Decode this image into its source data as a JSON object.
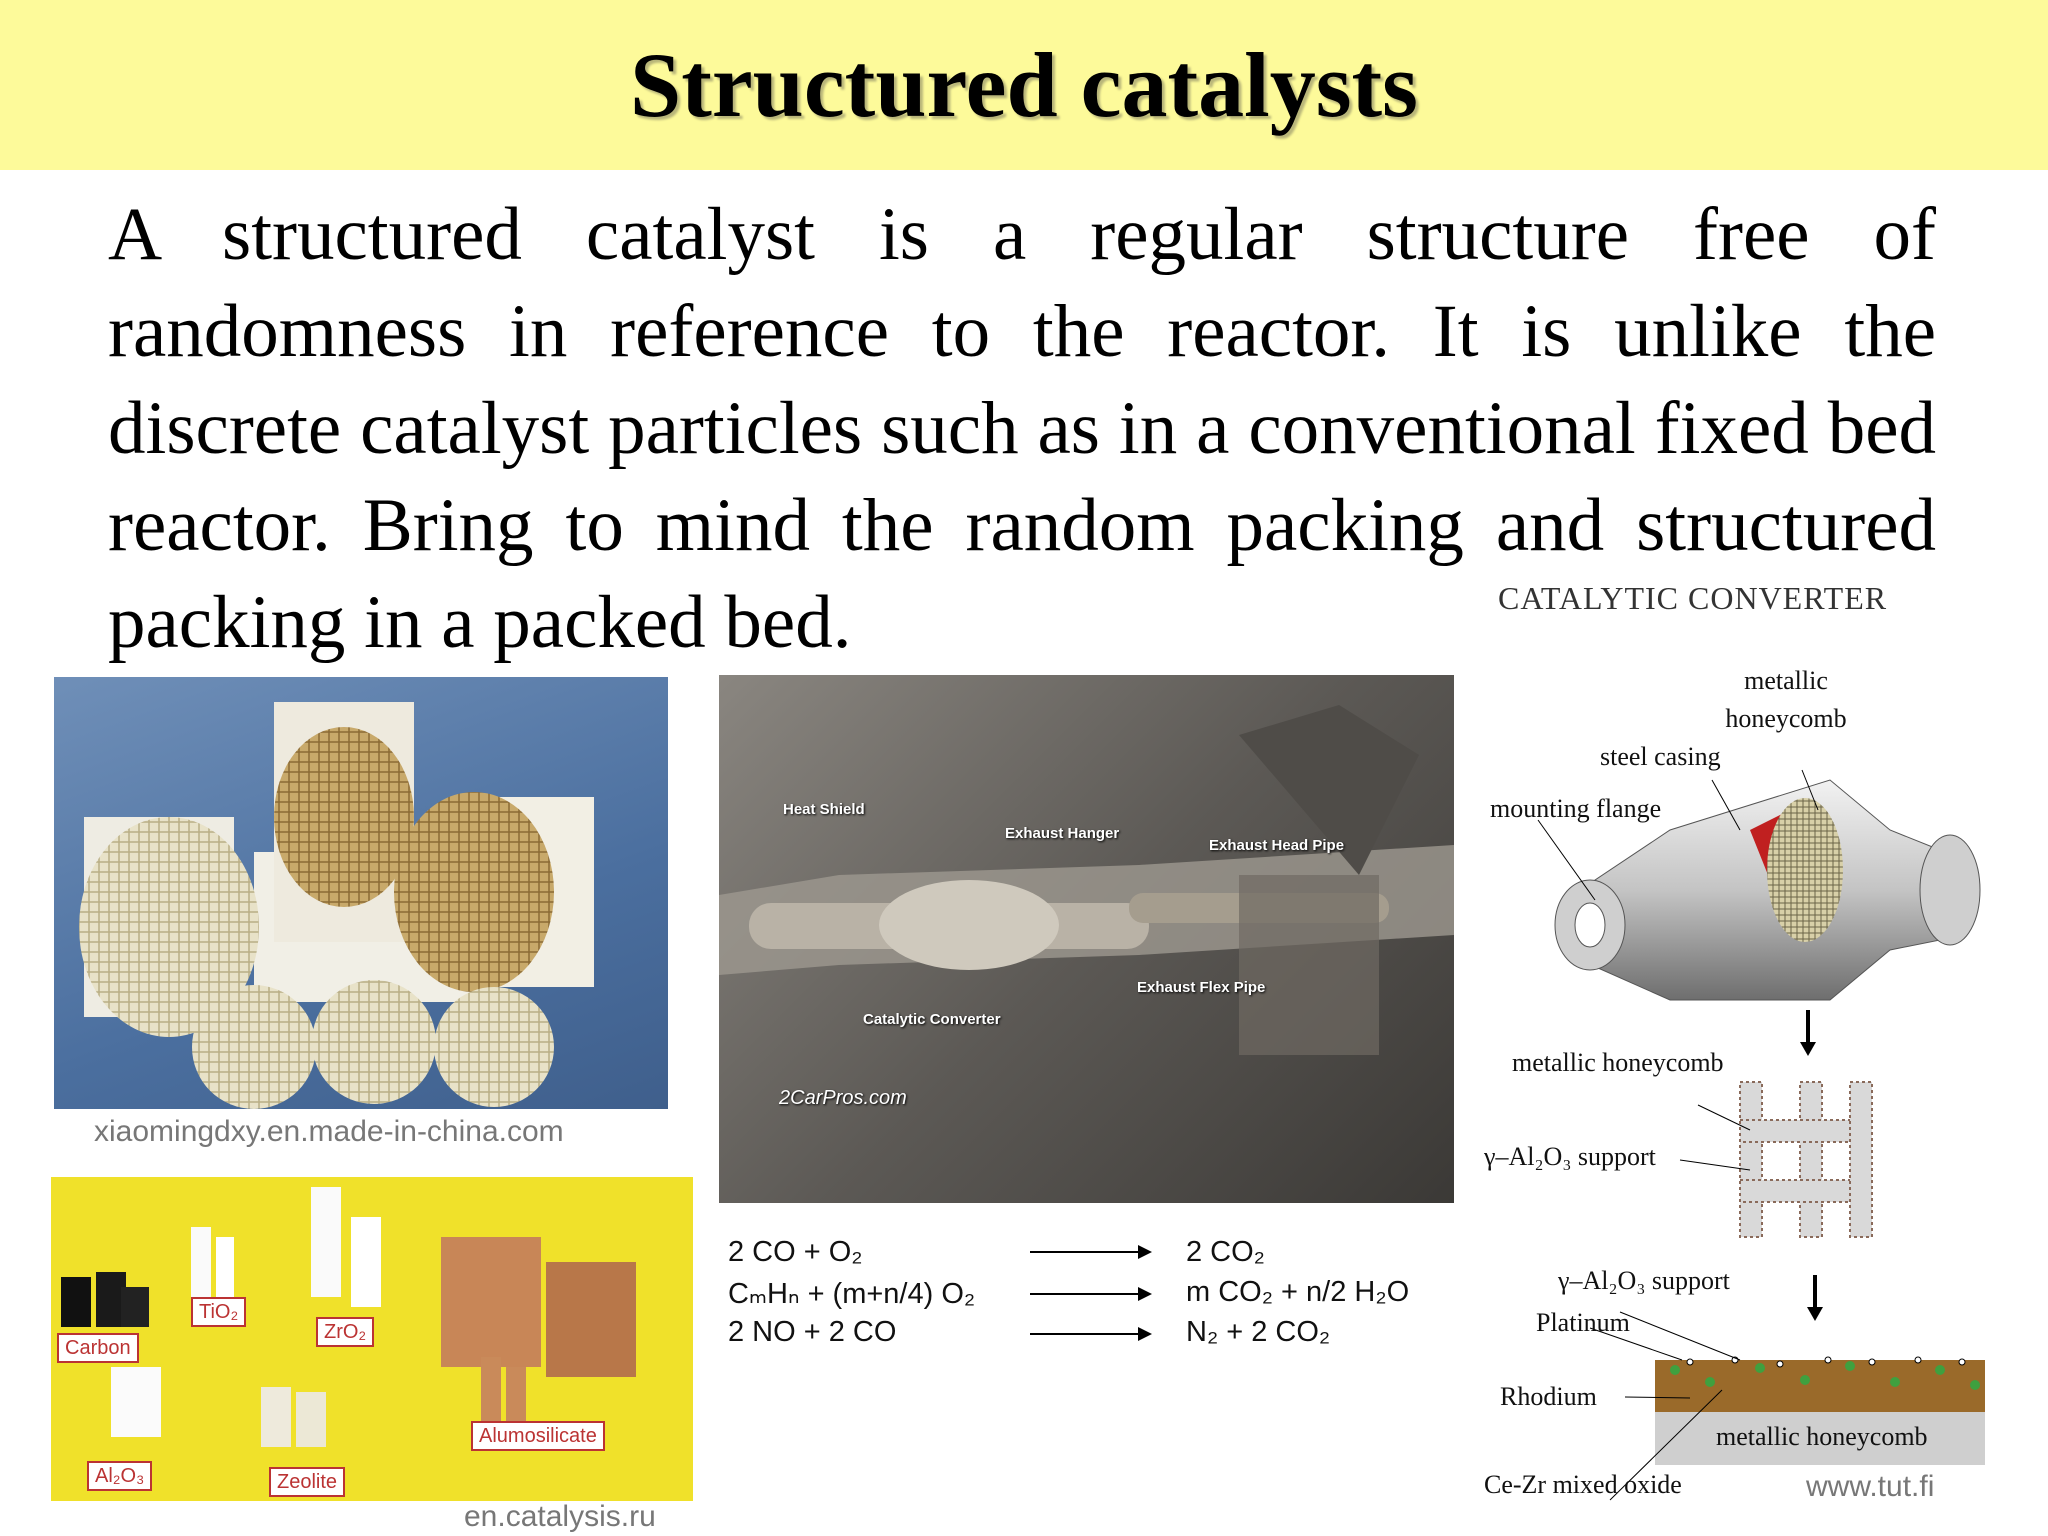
{
  "slide": {
    "title": "Structured catalysts",
    "body": "A structured catalyst is a regular structure free of randomness in reference to the reactor. It is unlike the discrete catalyst particles such as in a conventional fixed bed reactor. Bring to mind the random packing and structured packing in a packed bed."
  },
  "photos": {
    "honeycomb_credit": "xiaomingdxy.en.made-in-china.com",
    "materials_credit": "en.catalysis.ru",
    "materials_tags": [
      "Carbon",
      "TiO₂",
      "ZrO₂",
      "Al₂O₃",
      "Zeolite",
      "Alumosilicate"
    ],
    "car_labels": {
      "heat_shield": "Heat Shield",
      "exhaust_hanger": "Exhaust Hanger",
      "exhaust_head_pipe": "Exhaust Head Pipe",
      "exhaust_flex_pipe": "Exhaust Flex Pipe",
      "catalytic_converter": "Catalytic Converter",
      "watermark": "2CarPros.com"
    }
  },
  "reactions": [
    {
      "left": "2 CO  +  O₂",
      "right": "2 CO₂"
    },
    {
      "left": "CₘHₙ  +  (m+n/4) O₂",
      "right": "m CO₂  +  n/2 H₂O"
    },
    {
      "left": "2 NO  +  2 CO",
      "right": "N₂  +  2 CO₂"
    }
  ],
  "diagram": {
    "title": "CATALYTIC CONVERTER",
    "metallic_honeycomb_top": "metallic honeycomb",
    "steel_casing": "steel casing",
    "mounting_flange": "mounting flange",
    "metallic_honeycomb_mid": "metallic honeycomb",
    "support_mid": "γ–Al₂O₃ support",
    "support_low": "γ–Al₂O₃ support",
    "platinum": "Platinum",
    "rhodium": "Rhodium",
    "ce_zr": "Ce-Zr mixed oxide",
    "metallic_honeycomb_bottom": "metallic honeycomb",
    "credit": "www.tut.fi"
  }
}
